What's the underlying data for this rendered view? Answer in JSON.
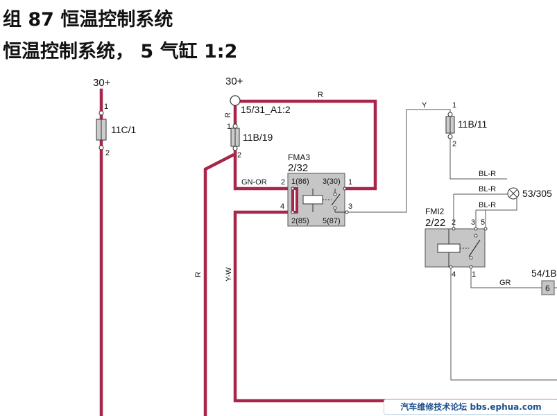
{
  "header": {
    "title_line1": "组 87 恒温控制系统",
    "title_line2": "恒温控制系统， 5 气缸 1:2"
  },
  "supply": {
    "left": "30+",
    "mid": "30+"
  },
  "components": {
    "fuse_11c1": "11C/1",
    "fuse_11b19": "11B/19",
    "fuse_11b11": "11B/11",
    "connector_15_31": "15/31_A1:2",
    "relay_fma3": {
      "name": "FMA3",
      "pos": "2/32",
      "p86": "1(86)",
      "p30": "3(30)",
      "p85": "2(85)",
      "p87": "5(87)"
    },
    "relay_fmi2": {
      "name": "FMI2",
      "pos": "2/22"
    },
    "lamp": "53/305",
    "connector_54": "54/1B",
    "connector_54_pin": "6"
  },
  "pins": {
    "one": "1",
    "two": "2",
    "three": "3",
    "four": "4",
    "five": "5"
  },
  "wires": {
    "r": "R",
    "y": "Y",
    "gn_or": "GN-OR",
    "yw": "Y-W",
    "blr": "BL-R",
    "gr": "GR"
  },
  "watermark": "汽车维修技术论坛 bbs.ephua.com",
  "colors": {
    "wire_main": "#a8264a",
    "wire_thin": "#555555",
    "relay_fill": "#c6c6c6"
  }
}
